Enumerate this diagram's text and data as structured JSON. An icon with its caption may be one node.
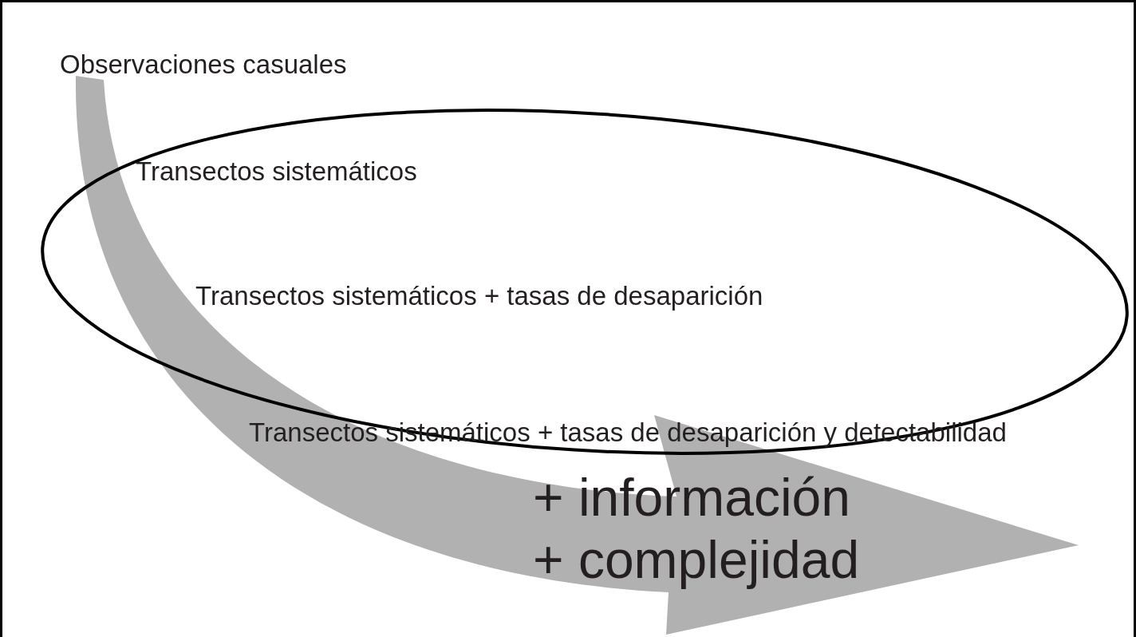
{
  "diagram": {
    "nodes": [
      {
        "text": [
          "Transectos sistemáticos",
          "Transectos sistemáticos + tasas de desaparición",
          "Transectos sistemáticos + tasas de desaparición y detectabilidad"
        ]
      }
    ],
    "labels": [
      "Observaciones casuales",
      "+ información",
      "+ complejidad"
    ]
  }
}
